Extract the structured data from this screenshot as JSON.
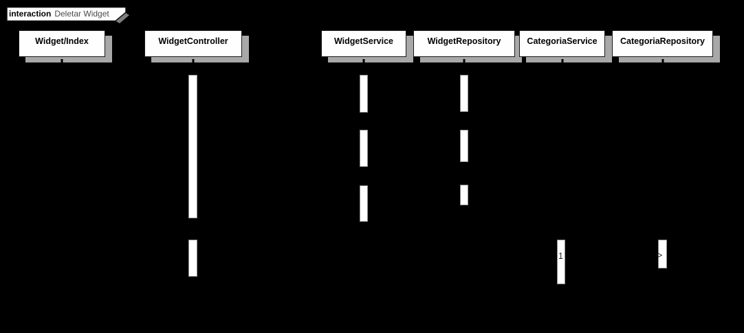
{
  "frame": {
    "keyword": "interaction",
    "title": "Deletar Widget"
  },
  "participants": [
    {
      "label": "Widget/Index"
    },
    {
      "label": "WidgetController"
    },
    {
      "label": "WidgetService"
    },
    {
      "label": "WidgetRepository"
    },
    {
      "label": "CategoriaService"
    },
    {
      "label": "CategoriaRepository"
    }
  ],
  "bar_glyphs": [
    {
      "text": "1"
    },
    {
      "text": ">"
    }
  ],
  "colors": {
    "background": "#000000",
    "participant_fill": "#fefefe",
    "participant_border": "#161616",
    "drop_shadow": "#a8a8a8",
    "activation_fill": "#ffffff",
    "activation_border": "#8f8f8f",
    "keyword_text": "#000000",
    "frame_title_text": "#4a4a4a"
  }
}
